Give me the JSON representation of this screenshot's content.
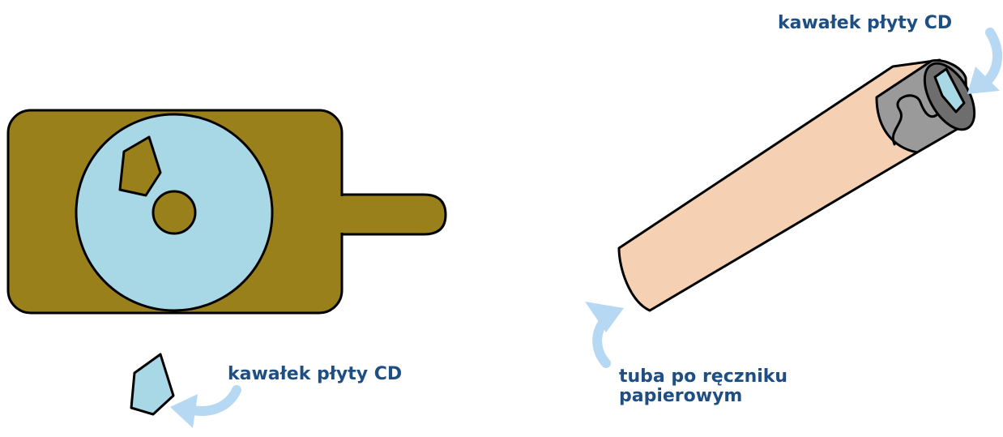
{
  "colors": {
    "board_fill": "#9a801b",
    "disc_fill": "#a8d8e6",
    "tube_fill": "#f5d0b3",
    "cap_fill": "#9a9a9a",
    "cap_dark": "#6e6e6e",
    "arrow_color": "#b7d8f3",
    "label_color": "#1f4e82",
    "outline": "#000000"
  },
  "labels": {
    "cd_piece_bottom": "kawałek płyty CD",
    "cd_piece_top": "kawałek płyty CD",
    "tube_line1": "tuba po ręczniku",
    "tube_line2": "papierowym"
  },
  "icons": {
    "arrow_bottom": "curved-arrow-icon",
    "arrow_top": "curved-arrow-icon",
    "arrow_tube": "curved-arrow-icon"
  }
}
